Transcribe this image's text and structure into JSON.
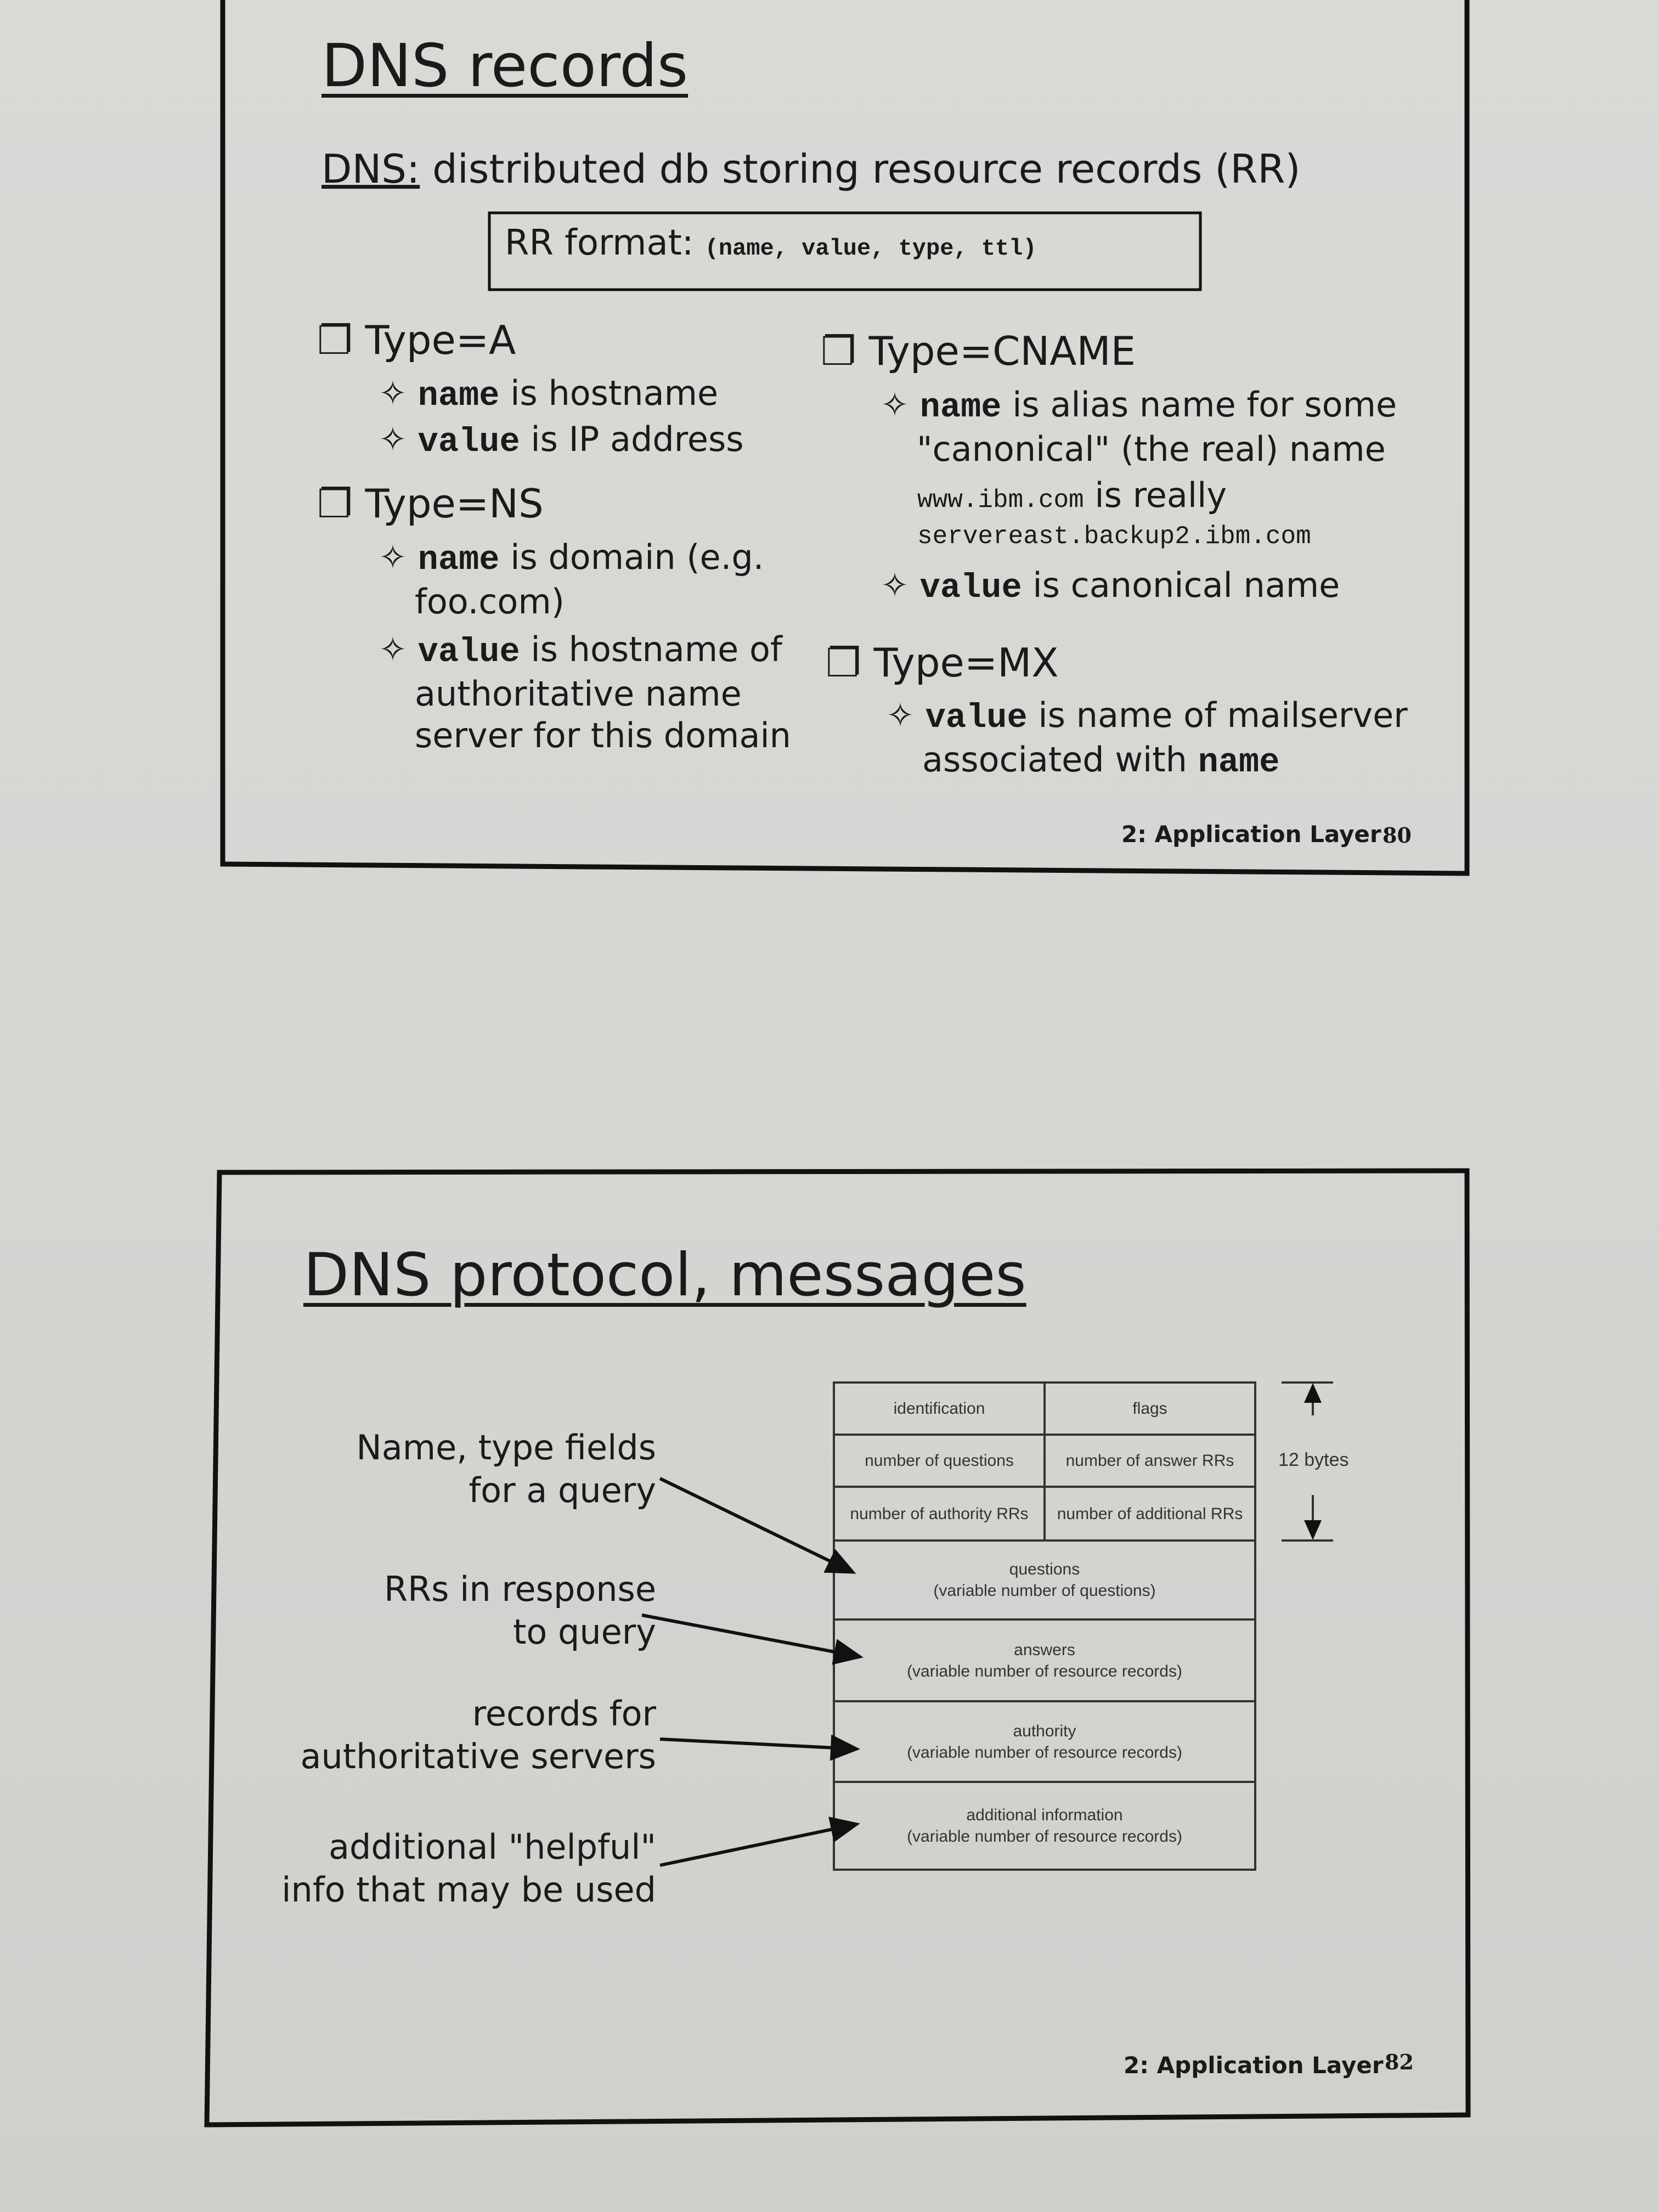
{
  "slide1": {
    "title": "DNS records",
    "subtitle_prefix": "DNS:",
    "subtitle_rest": " distributed db storing resource records (RR)",
    "rr_format_label": "RR format: ",
    "rr_format_value": "(name, value, type, ttl)",
    "type_a": {
      "heading": "Type=A",
      "b1_kw": "name",
      "b1": " is hostname",
      "b2_kw": "value",
      "b2": " is IP address"
    },
    "type_ns": {
      "heading": "Type=NS",
      "b1_kw": "name",
      "b1a": " is domain (e.g.",
      "b1b": "foo.com)",
      "b2_kw": "value",
      "b2a": " is hostname of",
      "b2b": "authoritative name",
      "b2c": "server for this domain"
    },
    "type_cname": {
      "heading": "Type=CNAME",
      "b1_kw": "name",
      "b1a": " is alias name for some",
      "b1b": "\"canonical\" (the real) name",
      "ex1_mono": "www.ibm.com",
      "ex1_rest": " is really",
      "ex2_mono": "servereast.backup2.ibm.com",
      "b2_kw": "value",
      "b2": " is canonical name"
    },
    "type_mx": {
      "heading": "Type=MX",
      "b1_kw": "value",
      "b1a": " is name of mailserver",
      "b1b": "associated with ",
      "b1b_kw": "name"
    },
    "footer": "2: Application Layer",
    "page": "80"
  },
  "slide2": {
    "title": "DNS protocol, messages",
    "labels": [
      {
        "l1": "Name, type fields",
        "l2": "for a query"
      },
      {
        "l1": "RRs in response",
        "l2": "to query"
      },
      {
        "l1": "records for",
        "l2": "authoritative servers"
      },
      {
        "l1": "additional \"helpful\"",
        "l2": "info that may be used"
      }
    ],
    "header_fields": [
      "identification",
      "flags",
      "number of questions",
      "number of answer RRs",
      "number of authority RRs",
      "number of additional RRs"
    ],
    "sections": [
      {
        "name": "questions",
        "desc": "(variable number of questions)"
      },
      {
        "name": "answers",
        "desc": "(variable number of resource records)"
      },
      {
        "name": "authority",
        "desc": "(variable number of resource records)"
      },
      {
        "name": "additional information",
        "desc": "(variable number of resource records)"
      }
    ],
    "header_size": "12 bytes",
    "footer": "2: Application Layer",
    "page": "82"
  }
}
